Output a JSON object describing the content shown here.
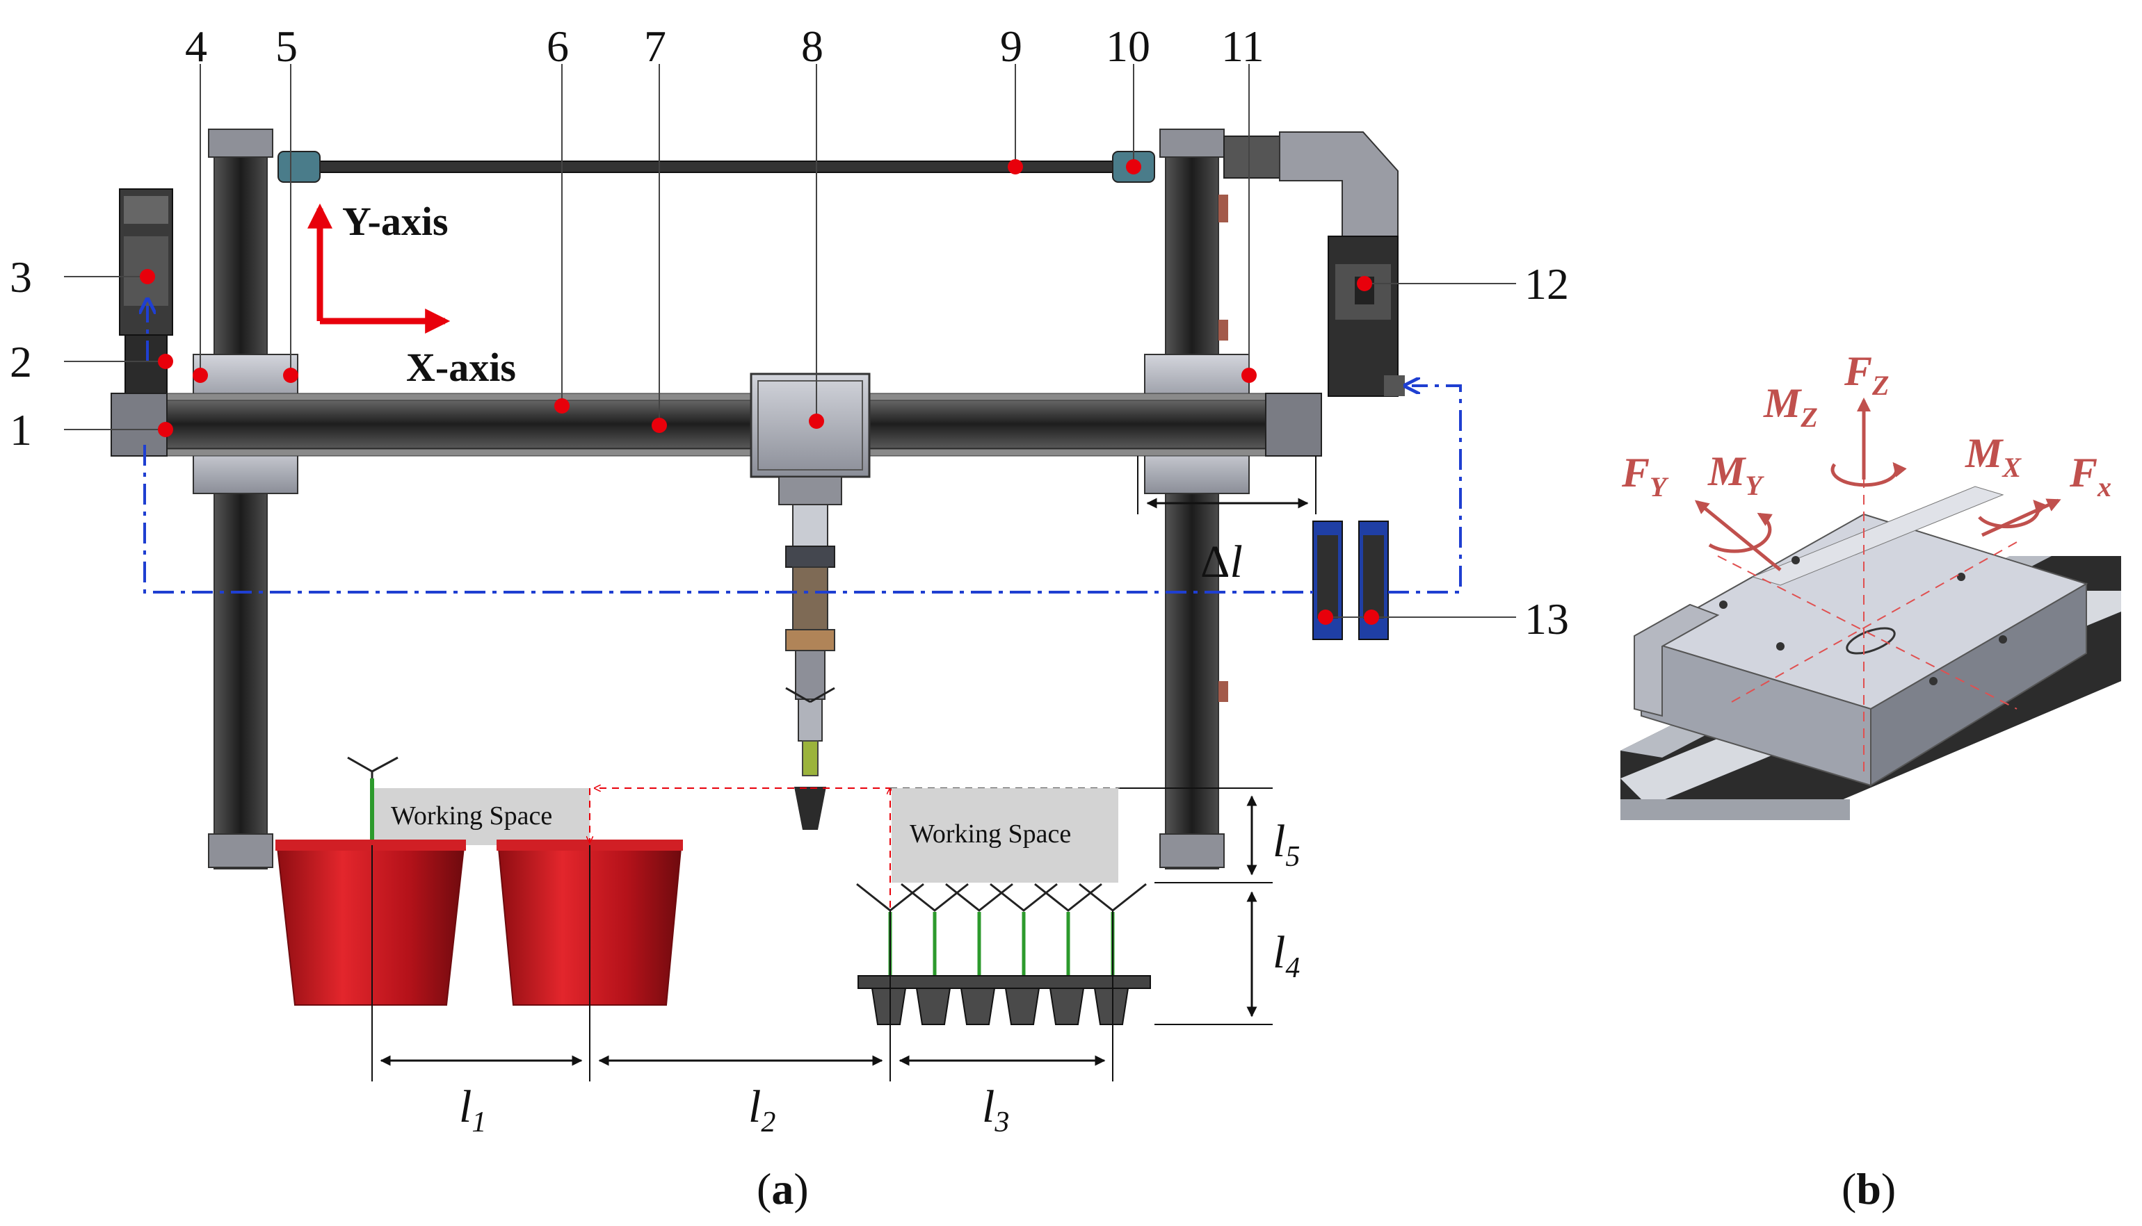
{
  "callouts": [
    "1",
    "2",
    "3",
    "4",
    "5",
    "6",
    "7",
    "8",
    "9",
    "10",
    "11",
    "12",
    "13"
  ],
  "axes": {
    "y": "Y-axis",
    "x": "X-axis"
  },
  "working_space": [
    "Working Space",
    "Working Space"
  ],
  "dimensions": {
    "delta": "Δ",
    "delta_var": "l",
    "l1": {
      "base": "l",
      "sub": "1"
    },
    "l2": {
      "base": "l",
      "sub": "2"
    },
    "l3": {
      "base": "l",
      "sub": "3"
    },
    "l4": {
      "base": "l",
      "sub": "4"
    },
    "l5": {
      "base": "l",
      "sub": "5"
    }
  },
  "forces": {
    "fz": {
      "base": "F",
      "sub": "Z"
    },
    "mz": {
      "base": "M",
      "sub": "Z"
    },
    "fy": {
      "base": "F",
      "sub": "Y"
    },
    "my": {
      "base": "M",
      "sub": "Y"
    },
    "mx": {
      "base": "M",
      "sub": "X"
    },
    "fx": {
      "base": "F",
      "sub": "x"
    }
  },
  "panels": {
    "a": {
      "open": "(",
      "letter": "a",
      "close": ")"
    },
    "b": {
      "open": "(",
      "letter": "b",
      "close": ")"
    }
  },
  "colors": {
    "callout_dot": "#e8000b",
    "axis_arrow": "#e8000b",
    "signal_line": "#1f3fd1",
    "pot_red": "#c0141b",
    "force_red": "#c0504d"
  }
}
